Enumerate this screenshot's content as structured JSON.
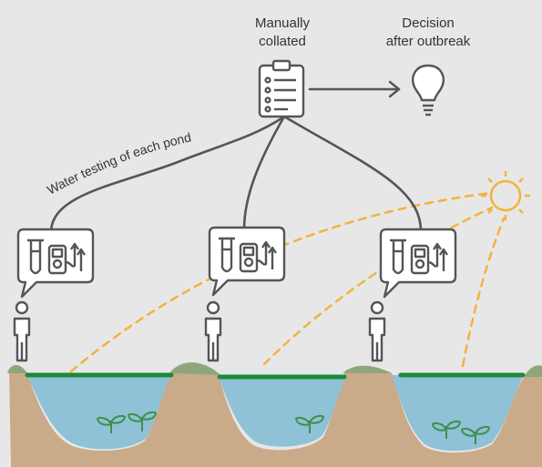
{
  "labels": {
    "manually_line1": "Manually",
    "manually_line2": "collated",
    "decision_line1": "Decision",
    "decision_line2": "after outbreak",
    "water_testing": "Water testing of each pond"
  },
  "colors": {
    "background": "#e7e7e7",
    "line": "#555555",
    "sun_rays": "#f2b33d",
    "water": "#8fc2d6",
    "soil": "#c9ab8a",
    "algae": "#1f8a3a",
    "grass": "#8fa67a",
    "plant": "#3f8f4f"
  },
  "icons": {
    "clipboard": "clipboard-checklist-icon",
    "lightbulb": "lightbulb-icon",
    "sun": "sun-icon",
    "test_kit": "water-test-kit-icon",
    "person": "person-icon",
    "plant": "seedling-icon"
  }
}
